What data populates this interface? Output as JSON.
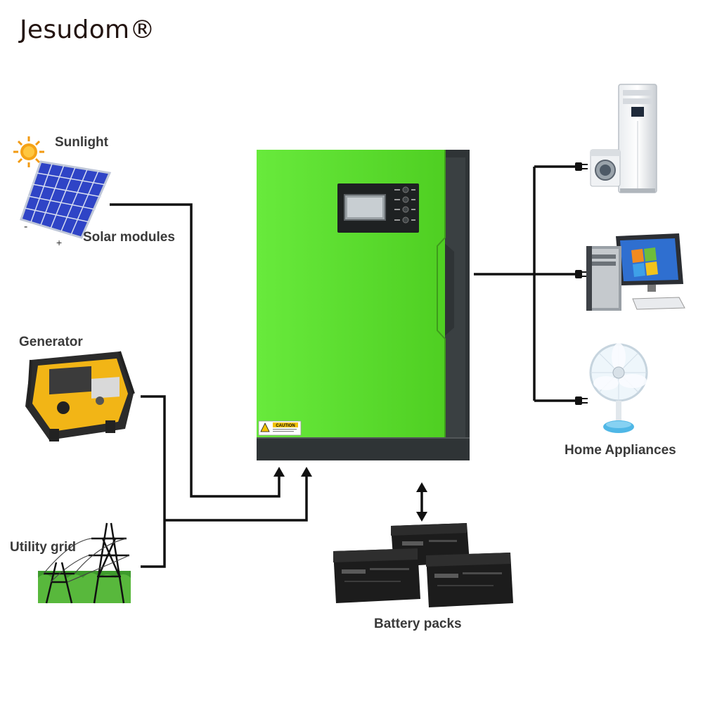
{
  "brand": "Jesudom®",
  "labels": {
    "sunlight": "Sunlight",
    "solar_modules": "Solar modules",
    "generator": "Generator",
    "utility_grid": "Utility grid",
    "home_appliances": "Home Appliances",
    "battery_packs": "Battery packs",
    "caution": "CAUTION"
  },
  "colors": {
    "inverter_green": "#5ee232",
    "inverter_dark": "#2f3436",
    "wire": "#111111",
    "solar_blue": "#2f44c6",
    "generator_yellow": "#f2b516",
    "battery_black": "#1c1c1c"
  }
}
